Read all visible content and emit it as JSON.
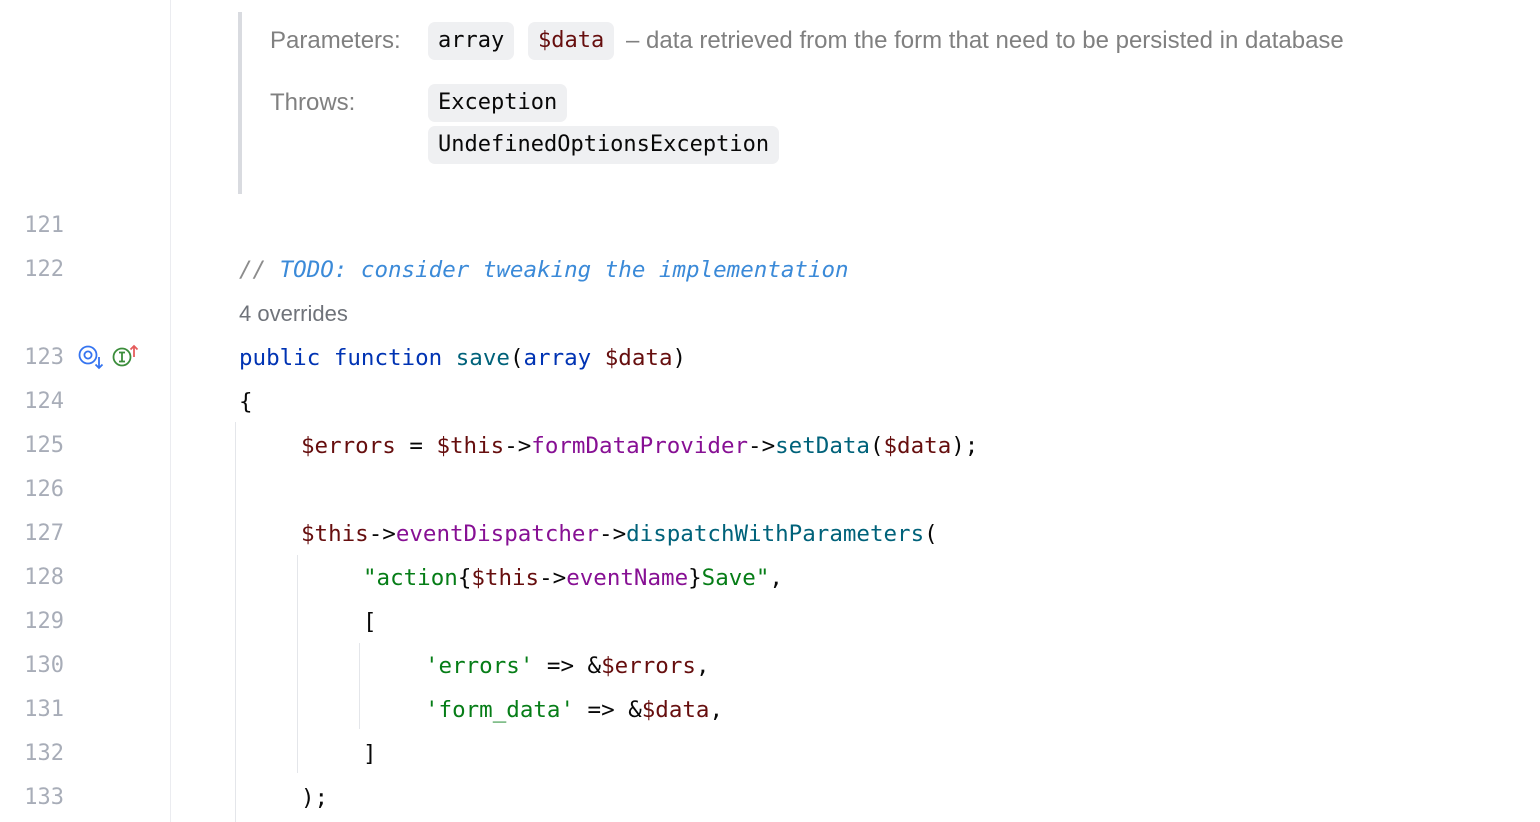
{
  "doc": {
    "params_label": "Parameters:",
    "param_type": "array",
    "param_name": "$data",
    "param_desc": "– data retrieved from the form that need to be persisted in database",
    "throws_label": "Throws:",
    "throws": [
      "Exception",
      "UndefinedOptionsException"
    ]
  },
  "line_numbers": [
    "121",
    "122",
    "123",
    "124",
    "125",
    "126",
    "127",
    "128",
    "129",
    "130",
    "131",
    "132",
    "133"
  ],
  "code": {
    "comment_slashes": "// ",
    "comment_todo": "TODO: consider tweaking the implementation",
    "overrides_hint": "4 overrides",
    "l123": {
      "kw1": "public",
      "kw2": "function",
      "name": "save",
      "p1": "(",
      "type": "array",
      "var": "$data",
      "p2": ")"
    },
    "l124": "{",
    "l125": {
      "v1": "$errors",
      "op": " = ",
      "v2": "$this",
      "arrow1": "->",
      "prop": "formDataProvider",
      "arrow2": "->",
      "fn": "setData",
      "p1": "(",
      "arg": "$data",
      "p2": ");"
    },
    "l127": {
      "v": "$this",
      "arrow1": "->",
      "prop": "eventDispatcher",
      "arrow2": "->",
      "fn": "dispatchWithParameters",
      "p": "("
    },
    "l128": {
      "s1": "\"action",
      "b1": "{",
      "v": "$this",
      "arrow": "->",
      "prop": "eventName",
      "b2": "}",
      "s2": "Save\"",
      "c": ","
    },
    "l129": "[",
    "l130": {
      "key": "'errors'",
      "op": " => &",
      "var": "$errors",
      "c": ","
    },
    "l131": {
      "key": "'form_data'",
      "op": " => &",
      "var": "$data",
      "c": ","
    },
    "l132": "]",
    "l133": ");"
  },
  "gutter_icons": [
    "overridden-method-icon",
    "implements-method-icon"
  ],
  "colors": {
    "keyword": "#0033b3",
    "function": "#00627a",
    "variable": "#660e0e",
    "property": "#871094",
    "string": "#067d17",
    "todo": "#3b8ad8",
    "line_number": "#a8adb8"
  }
}
